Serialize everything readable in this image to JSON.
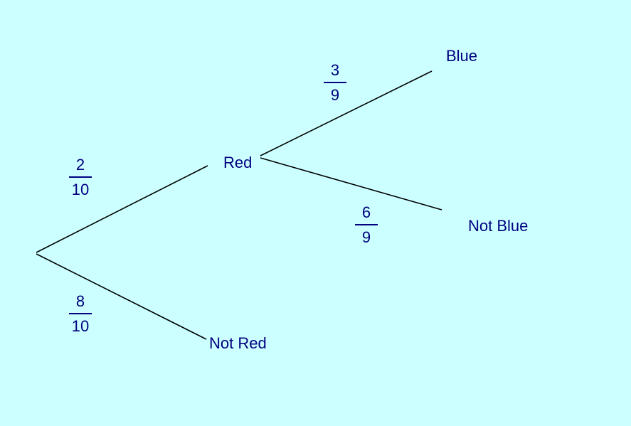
{
  "colors": {
    "background": "#ccffff",
    "text": "#000080",
    "line": "#000000"
  },
  "tree": {
    "root_branches": [
      {
        "label": "Red",
        "fraction": {
          "numerator": "2",
          "denominator": "10"
        },
        "children": [
          {
            "label": "Blue",
            "fraction": {
              "numerator": "3",
              "denominator": "9"
            }
          },
          {
            "label": "Not Blue",
            "fraction": {
              "numerator": "6",
              "denominator": "9"
            }
          }
        ]
      },
      {
        "label": "Not Red",
        "fraction": {
          "numerator": "8",
          "denominator": "10"
        },
        "children": []
      }
    ]
  }
}
